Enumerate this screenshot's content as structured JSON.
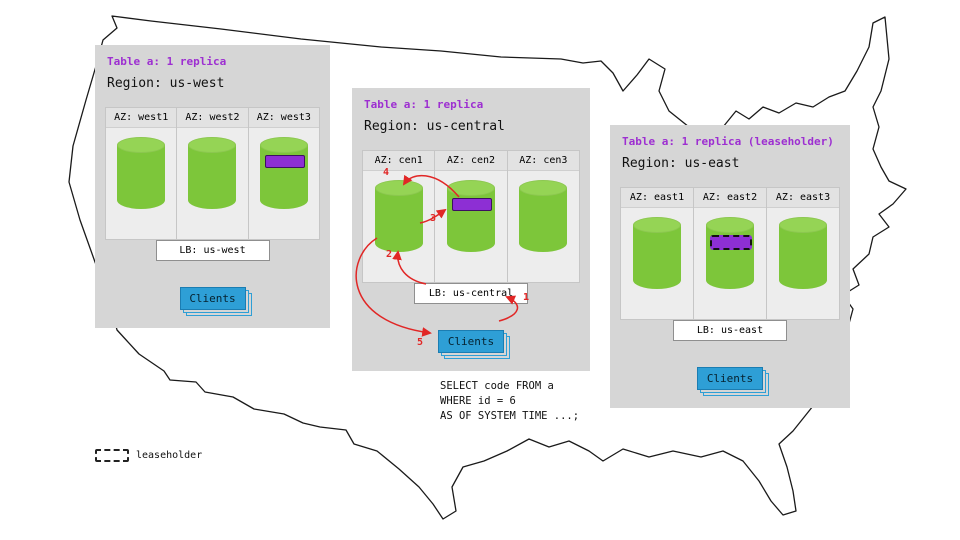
{
  "regions": {
    "west": {
      "table_label": "Table a: 1 replica",
      "region_label": "Region: us-west",
      "azs": [
        {
          "label": "AZ: west1",
          "band": false
        },
        {
          "label": "AZ: west2",
          "band": false
        },
        {
          "label": "AZ: west3",
          "band": true
        }
      ],
      "lb_label": "LB: us-west",
      "clients_label": "Clients"
    },
    "central": {
      "table_label": "Table a: 1 replica",
      "region_label": "Region: us-central",
      "azs": [
        {
          "label": "AZ: cen1",
          "band": false
        },
        {
          "label": "AZ: cen2",
          "band": true
        },
        {
          "label": "AZ: cen3",
          "band": false
        }
      ],
      "lb_label": "LB: us-central",
      "clients_label": "Clients",
      "flow_steps": [
        "1",
        "2",
        "3",
        "4",
        "5"
      ],
      "sql_lines": [
        "SELECT code FROM a",
        "WHERE id = 6",
        "AS OF SYSTEM TIME ...;"
      ]
    },
    "east": {
      "table_label": "Table a: 1 replica (leaseholder)",
      "region_label": "Region: us-east",
      "azs": [
        {
          "label": "AZ: east1",
          "band": false
        },
        {
          "label": "AZ: east2",
          "band": true,
          "leaseholder": true
        },
        {
          "label": "AZ: east3",
          "band": false
        }
      ],
      "lb_label": "LB: us-east",
      "clients_label": "Clients"
    }
  },
  "legend": {
    "label": "leaseholder"
  },
  "colors": {
    "panel_gray": "#d6d6d6",
    "replica_green": "#7dc63a",
    "band_purple": "#8d2fd4",
    "clients_blue": "#2e9fd6",
    "arrow_red": "#e12726",
    "table_title_purple": "#9d2fd1"
  }
}
